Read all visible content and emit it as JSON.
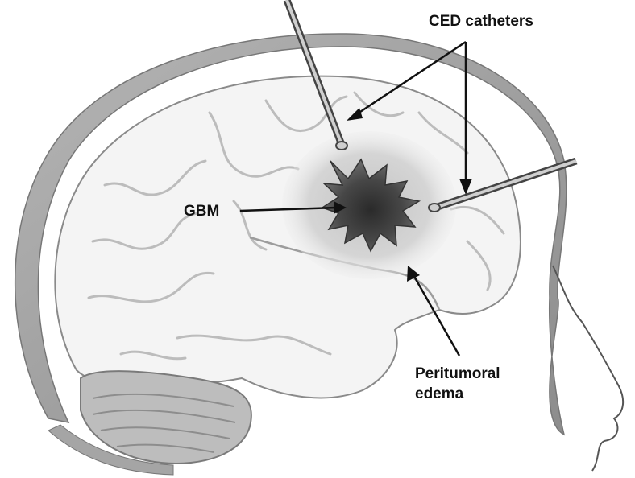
{
  "labels": {
    "ced_catheters": "CED catheters",
    "gbm": "GBM",
    "peritumoral_line1": "Peritumoral",
    "peritumoral_line2": "edema"
  },
  "colors": {
    "ink": "#111111",
    "skull": "#9a9a9a",
    "brain_fill": "#f4f4f4",
    "sulcus": "#c9c9c9",
    "edema": "#d7d7d7",
    "tumor": "#4a4a4a",
    "cerebellum": "#bdbdbd"
  }
}
